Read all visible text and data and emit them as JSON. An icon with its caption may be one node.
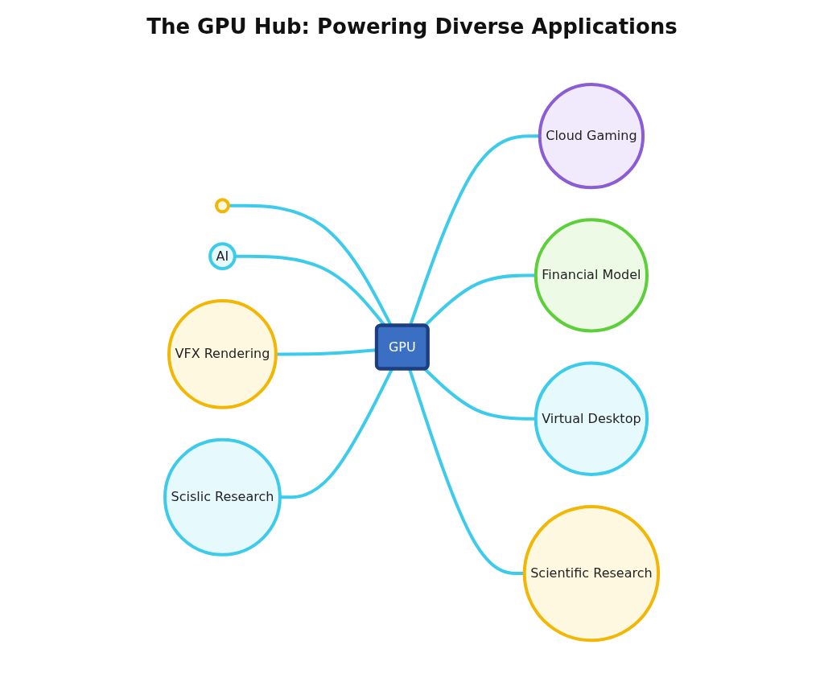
{
  "diagram": {
    "title": "The GPU Hub: Powering Diverse Applications",
    "nodes": [
      {
        "text": [
          "GPU"
        ]
      },
      {
        "text": [],
        "shape": "circle"
      },
      {
        "text": [
          "AI"
        ]
      },
      {
        "text": [
          "Cloud Gaming"
        ]
      },
      {
        "text": [
          "VFX Rendering"
        ]
      },
      {
        "text": [
          "Financial Model"
        ]
      },
      {
        "text": [
          "Scislic Research"
        ]
      },
      {
        "text": [
          "Virtual Desktop"
        ]
      },
      {
        "text": [
          "Scientific Research"
        ]
      }
    ],
    "edges": [
      {
        "from": 1,
        "to": 0,
        "arrow": "none"
      },
      {
        "from": 2,
        "to": 0,
        "arrow": "none"
      },
      {
        "from": 0,
        "to": 3,
        "arrow": "none"
      },
      {
        "from": 4,
        "to": 0,
        "arrow": "none"
      },
      {
        "from": 0,
        "to": 5,
        "arrow": "none"
      },
      {
        "from": 6,
        "to": 0,
        "arrow": "none"
      },
      {
        "from": 0,
        "to": 7,
        "arrow": "none"
      },
      {
        "from": 0,
        "to": 8,
        "arrow": "none"
      }
    ]
  }
}
